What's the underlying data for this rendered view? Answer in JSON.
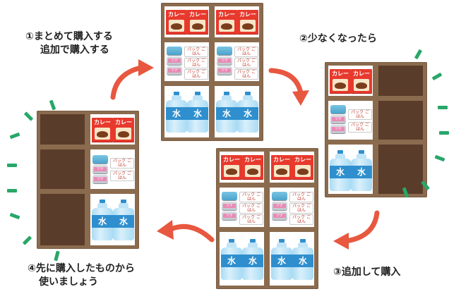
{
  "steps": [
    {
      "line1": "①まとめて購入する",
      "line2": "追加で購入する"
    },
    {
      "line1": "②少なくなったら"
    },
    {
      "line1": "③追加して購入"
    },
    {
      "line1": "④先に購入したものから",
      "line2": "使いましょう"
    }
  ],
  "items": {
    "curry_label": "カレー",
    "can_label": "ツナ",
    "rice_label": "パック ごはん",
    "water_label": "水"
  },
  "colors": {
    "shelf": "#8b6b4e",
    "shelf_empty": "#5a3c2b",
    "arrow": "#e8573f",
    "rays": "#28a768",
    "curry": "#e8392d",
    "water": "#2f8fce"
  }
}
